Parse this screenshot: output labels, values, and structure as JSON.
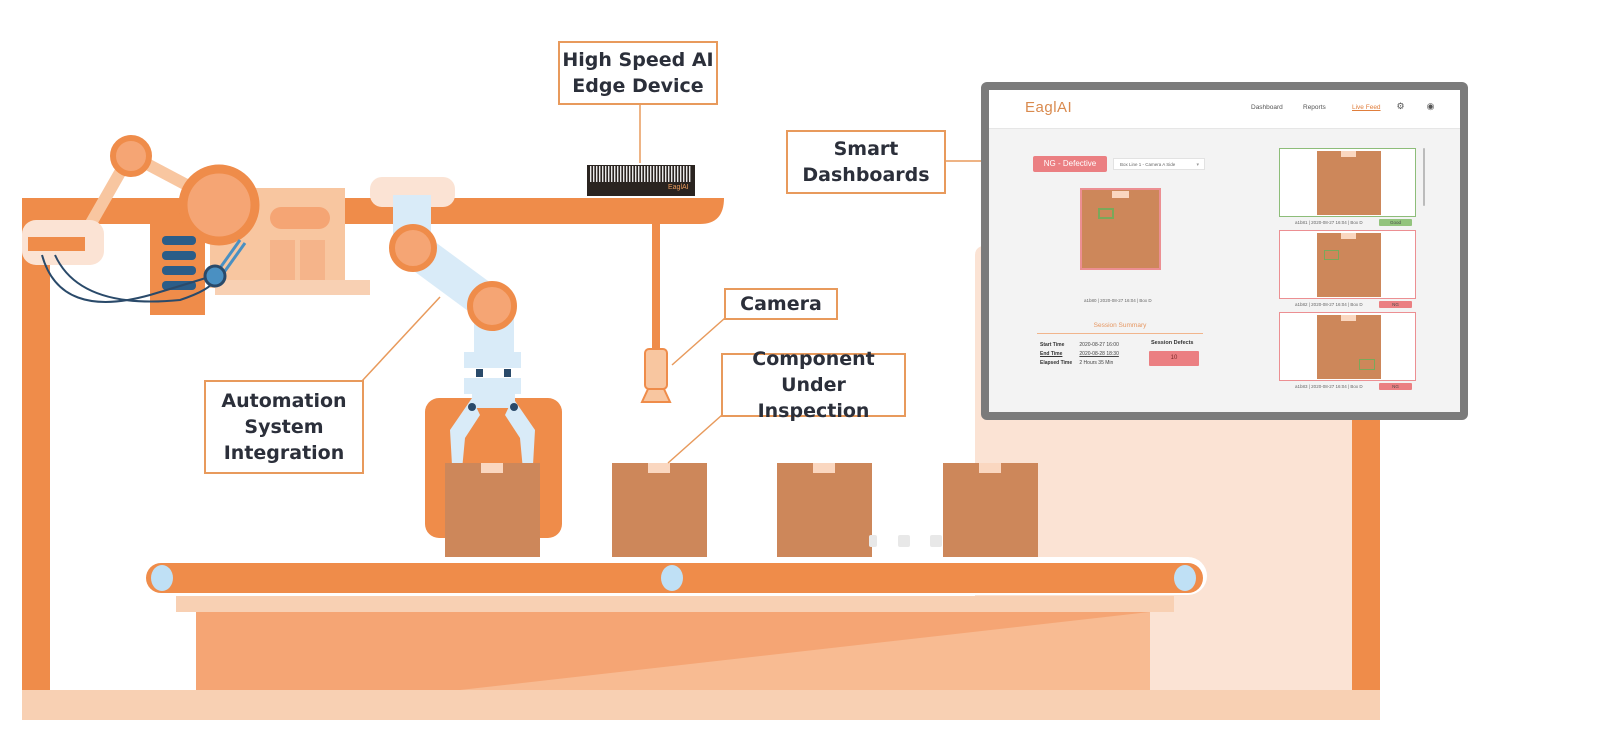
{
  "callouts": {
    "edge_device": [
      "High Speed AI",
      "Edge Device"
    ],
    "dashboards": [
      "Smart",
      "Dashboards"
    ],
    "camera": [
      "Camera"
    ],
    "component": [
      "Component",
      "Under Inspection"
    ],
    "automation": [
      "Automation",
      "System",
      "Integration"
    ]
  },
  "edge_device": {
    "brand": "EaglAI"
  },
  "dashboard": {
    "logo": "EaglAI",
    "nav": {
      "items": [
        "Dashboard",
        "Reports",
        "Live Feed"
      ],
      "active": "Live Feed",
      "icons": [
        "gear-icon",
        "user-icon"
      ]
    },
    "status_badge": "NG - Defective",
    "camera_select": "Box Line 1 - Camera A Side",
    "main_caption": "a1b80 | 2020-08-27 16:04 | Box D",
    "session_summary": {
      "title": "Session Summary",
      "rows": [
        {
          "label": "Start Time",
          "value": "2020-08-27 16:00"
        },
        {
          "label": "End Time",
          "value": "2020-08-28 18:30"
        },
        {
          "label": "Elapsed Time",
          "value": "2 Hours 35 Min"
        }
      ],
      "defects_label": "Session Defects",
      "defects_value": "10"
    },
    "feed": [
      {
        "caption": "a1b81 | 2020-08-27 16:04 | Box D",
        "status": "Good"
      },
      {
        "caption": "a1b82 | 2020-08-27 16:04 | Box D",
        "status": "NG"
      },
      {
        "caption": "a1b83 | 2020-08-27 16:04 | Box D",
        "status": "NG"
      }
    ]
  },
  "colors": {
    "orange": "#ef8c4a",
    "orange_light": "#f5b48a",
    "peach": "#f8d0b3",
    "peach_pale": "#fbe3d4",
    "box": "#cd875a",
    "blue_light": "#d9ebf8",
    "navy": "#2b5d88",
    "good": "#93c47d",
    "ng": "#eb7f82"
  }
}
